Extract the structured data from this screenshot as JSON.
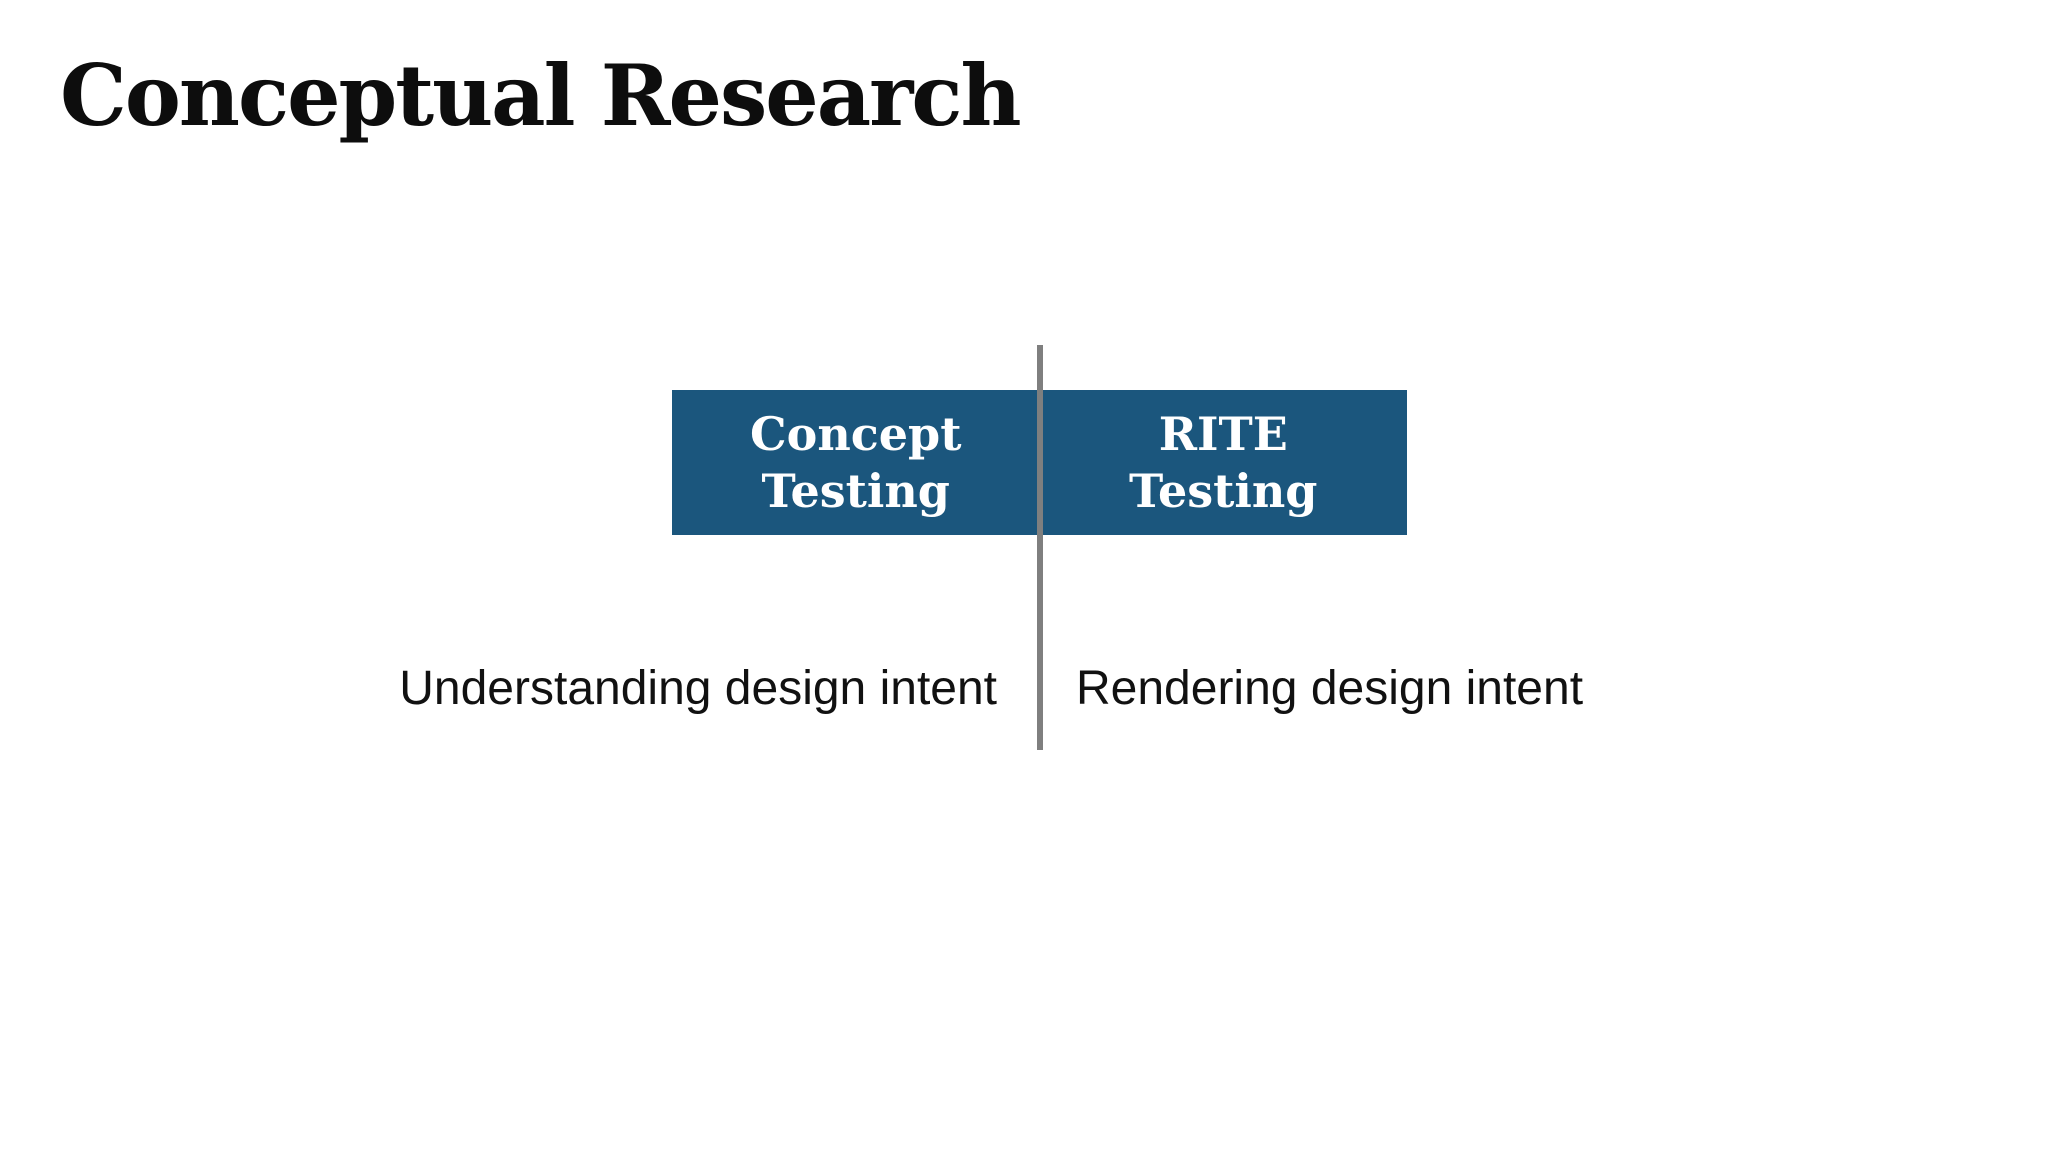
{
  "slide": {
    "title": "Conceptual Research",
    "comparison": {
      "columns": [
        {
          "header": "Concept\nTesting",
          "description": "Understanding design intent"
        },
        {
          "header": "RITE\nTesting",
          "description": "Rendering design intent"
        }
      ]
    },
    "colors": {
      "header_bg": "#1B567D",
      "header_text": "#FFFFFF",
      "divider": "#7F7F7F",
      "title_text": "#0D0D0D",
      "body_text": "#111111",
      "background": "#FFFFFF"
    }
  }
}
